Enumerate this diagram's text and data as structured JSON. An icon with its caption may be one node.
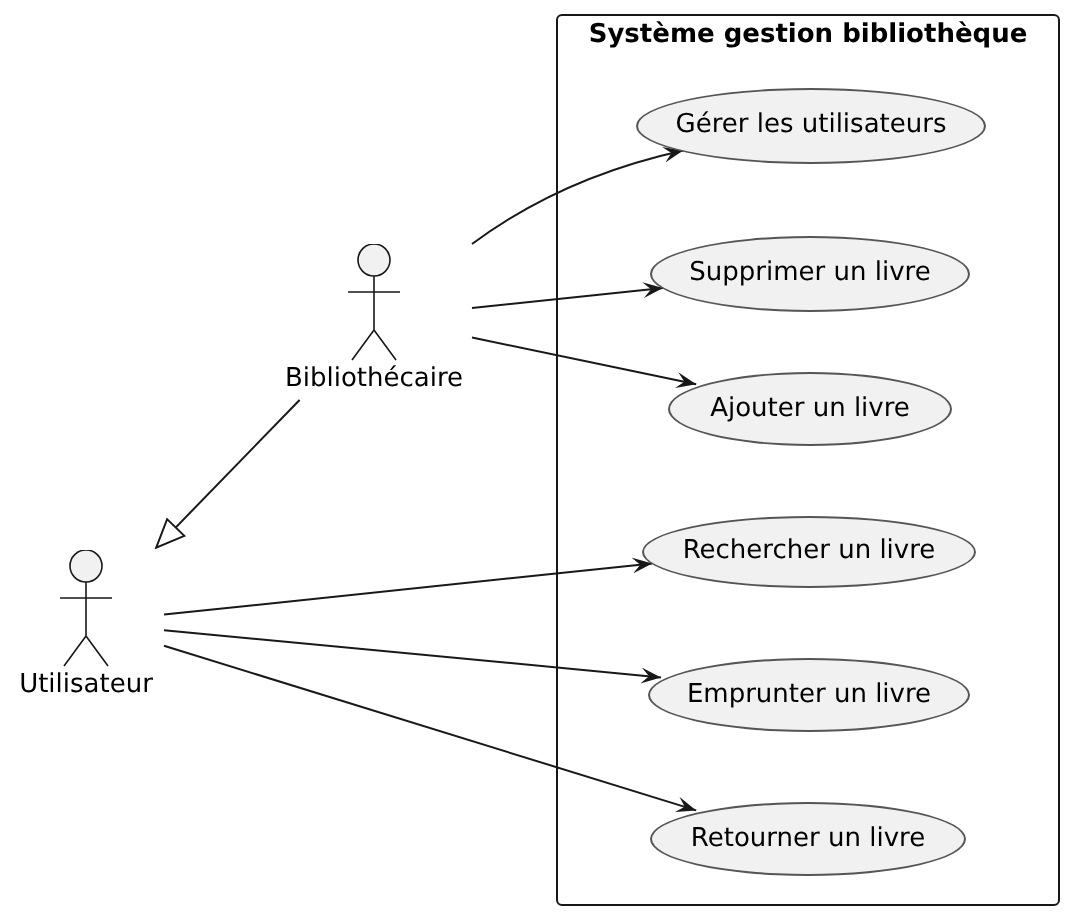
{
  "diagram": {
    "nodes": [
      {
        "text": [
          "Système gestion bibliothèque"
        ]
      },
      {
        "text": [
          "Gérer les utilisateurs"
        ],
        "in": 0
      },
      {
        "text": [
          "Supprimer un livre"
        ],
        "in": 0
      },
      {
        "text": [
          "Ajouter un livre"
        ],
        "in": 0
      },
      {
        "text": [
          "Rechercher un livre"
        ],
        "in": 0
      },
      {
        "text": [
          "Emprunter un livre"
        ],
        "in": 0
      },
      {
        "text": [
          "Retourner un livre"
        ],
        "in": 0
      },
      {
        "text": [
          "Bibliothécaire"
        ]
      },
      {
        "text": [
          "Utilisateur"
        ]
      }
    ],
    "edges": [
      {
        "from": 7,
        "to": 1,
        "arrow": "to"
      },
      {
        "from": 7,
        "to": 2,
        "arrow": "to"
      },
      {
        "from": 7,
        "to": 3,
        "arrow": "to"
      },
      {
        "from": 7,
        "to": 8,
        "arrow": "to"
      },
      {
        "from": 8,
        "to": 4,
        "arrow": "to"
      },
      {
        "from": 8,
        "to": 5,
        "arrow": "to"
      },
      {
        "from": 8,
        "to": 6,
        "arrow": "to"
      }
    ]
  }
}
